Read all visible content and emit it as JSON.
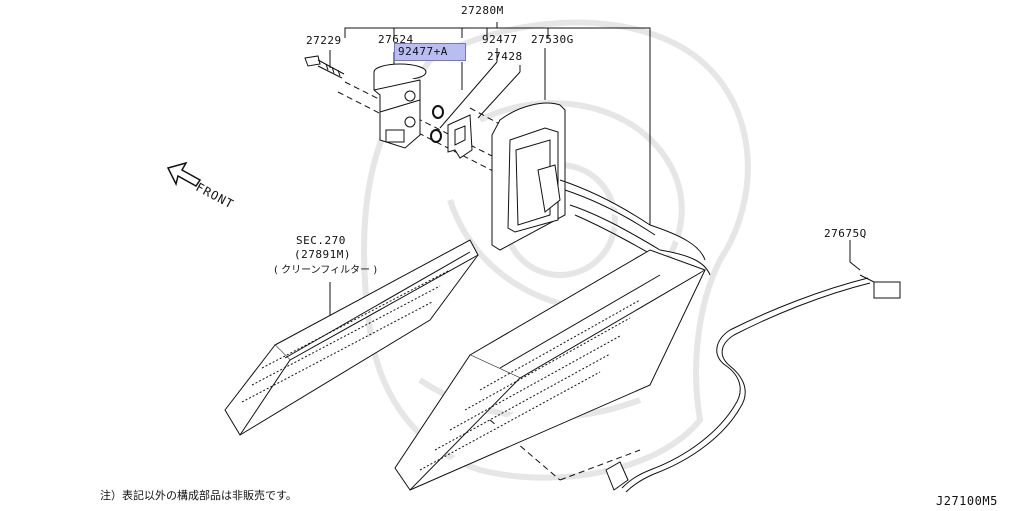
{
  "diagram": {
    "parts": {
      "assembly": "27280M",
      "bolt": "27229",
      "valve": "27624",
      "o_ring_highlighted": "92477+A",
      "o_ring": "92477",
      "bracket": "27428",
      "housing": "27530G",
      "sensor": "27675Q"
    },
    "filter_ref": {
      "line1": "SEC.270",
      "line2": "(27891M)",
      "line3": "( クリーンフィルター )"
    },
    "direction_label": "FRONT",
    "footnote": "注）表記以外の構成部品は非販売です。",
    "figure_code": "J27100M5",
    "colors": {
      "highlight_fill": "#b9bdf2",
      "highlight_border": "#6f76cf",
      "line": "#111111",
      "watermark": "#e8e8e8"
    }
  }
}
